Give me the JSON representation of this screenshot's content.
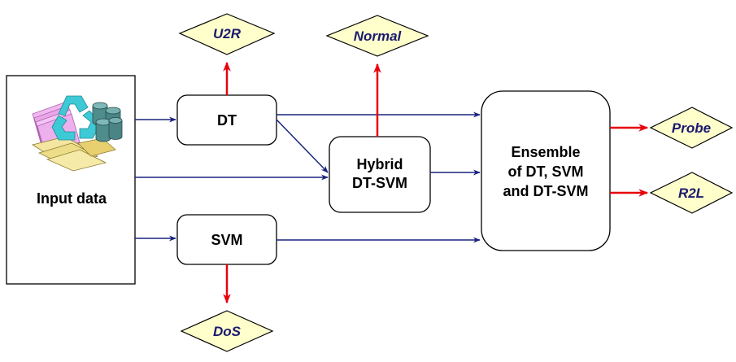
{
  "nodes": {
    "input": {
      "label": "Input data"
    },
    "dt": {
      "label": "DT"
    },
    "svm": {
      "label": "SVM"
    },
    "hybrid": {
      "line1": "Hybrid",
      "line2": "DT-SVM"
    },
    "ensemble": {
      "line1": "Ensemble",
      "line2": "of DT, SVM",
      "line3": "and DT-SVM"
    }
  },
  "outputs": {
    "u2r": "U2R",
    "normal": "Normal",
    "probe": "Probe",
    "r2l": "R2L",
    "dos": "DoS"
  },
  "colors": {
    "flow_arrow": "#1a237e",
    "output_arrow": "#e8000b",
    "output_fill": "#ffffcc",
    "output_text": "#1a1a6e",
    "recycle_icon": "#3ec9d6",
    "database_icon": "#4f8c8c",
    "document_stack_icon": "#e8a8e8"
  }
}
